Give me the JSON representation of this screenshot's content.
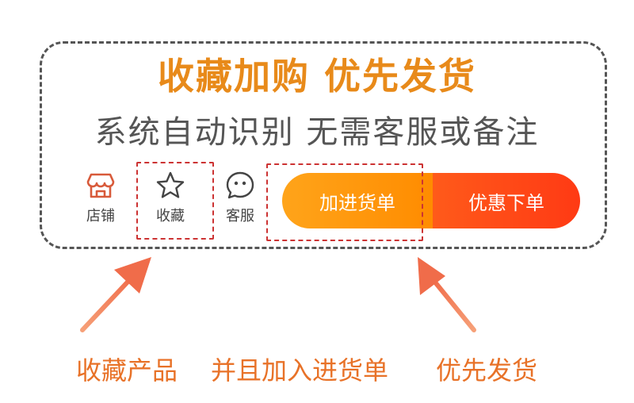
{
  "colors": {
    "headline": "#e88a1a",
    "caption": "#e87228",
    "arrow": "#f06c4a",
    "nav_icon": "#d85a3a",
    "nav_icon_dark": "#444444"
  },
  "banner": {
    "headline": "收藏加购  优先发货",
    "subline": "系统自动识别 无需客服或备注"
  },
  "bottom_bar": {
    "shop": {
      "label": "店铺",
      "icon": "shop-icon"
    },
    "favorite": {
      "label": "收藏",
      "icon": "star-icon"
    },
    "service": {
      "label": "客服",
      "icon": "chat-face-icon"
    },
    "add_to_cart": "加进货单",
    "buy_now": "优惠下单"
  },
  "captions": {
    "favorite_product": "收藏产品",
    "add_to_cart": "并且加入进货单",
    "priority_ship": "优先发货"
  }
}
